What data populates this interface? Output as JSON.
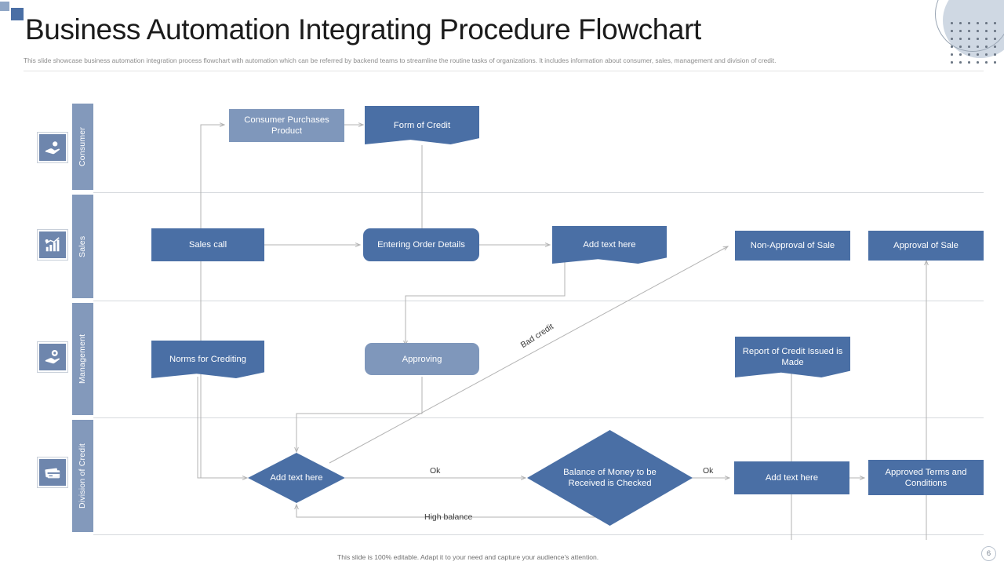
{
  "slide": {
    "title": "Business Automation Integrating Procedure Flowchart",
    "subtitle": "This slide showcase business automation integration process flowchart with automation which can be referred by backend teams to streamline the routine tasks of organizations. It includes information about consumer, sales, management and division of credit.",
    "footer_note": "This slide is 100% editable. Adapt it to your need and capture your audience's attention.",
    "page_number": "6"
  },
  "colors": {
    "shape_dark": "#4a6fa5",
    "shape_light": "#7f97bb",
    "lane_band": "#8399bb",
    "connector": "#b3b3b3",
    "title_text": "#1b1b1b",
    "subtitle_text": "#8d8d8d"
  },
  "lanes": [
    {
      "label": "Consumer",
      "icon": "hand-coin-icon"
    },
    {
      "label": "Sales",
      "icon": "bar-chart-growth-icon"
    },
    {
      "label": "Management",
      "icon": "hand-gear-icon"
    },
    {
      "label": "Division of Credit",
      "icon": "credit-cards-icon"
    }
  ],
  "nodes": [
    {
      "id": "consumer-purchases-product",
      "label": "Consumer Purchases Product",
      "lane": "Consumer",
      "shape": "rectangle",
      "fill": "light"
    },
    {
      "id": "form-of-credit",
      "label": "Form of Credit",
      "lane": "Consumer",
      "shape": "document",
      "fill": "dark"
    },
    {
      "id": "sales-call",
      "label": "Sales call",
      "lane": "Sales",
      "shape": "rectangle",
      "fill": "dark"
    },
    {
      "id": "entering-order-details",
      "label": "Entering Order Details",
      "lane": "Sales",
      "shape": "rounded-rectangle",
      "fill": "dark"
    },
    {
      "id": "sales-add-text-here",
      "label": "Add text here",
      "lane": "Sales",
      "shape": "document",
      "fill": "dark"
    },
    {
      "id": "non-approval-of-sale",
      "label": "Non-Approval of Sale",
      "lane": "Sales",
      "shape": "rectangle",
      "fill": "dark"
    },
    {
      "id": "approval-of-sale",
      "label": "Approval of Sale",
      "lane": "Sales",
      "shape": "rectangle",
      "fill": "dark"
    },
    {
      "id": "norms-for-crediting",
      "label": "Norms for Crediting",
      "lane": "Management",
      "shape": "document",
      "fill": "dark"
    },
    {
      "id": "approving",
      "label": "Approving",
      "lane": "Management",
      "shape": "rounded-rectangle",
      "fill": "light"
    },
    {
      "id": "report-of-credit-issued",
      "label": "Report of Credit Issued is Made",
      "lane": "Management",
      "shape": "document",
      "fill": "dark"
    },
    {
      "id": "credit-add-text-here",
      "label": "Add text here",
      "lane": "Division of Credit",
      "shape": "diamond",
      "fill": "dark"
    },
    {
      "id": "balance-of-money-checked",
      "label": "Balance of Money to be Received is Checked",
      "lane": "Division of Credit",
      "shape": "diamond",
      "fill": "dark"
    },
    {
      "id": "credit-add-text-here-2",
      "label": "Add text here",
      "lane": "Division of Credit",
      "shape": "rectangle",
      "fill": "dark"
    },
    {
      "id": "approved-terms-conditions",
      "label": "Approved Terms and Conditions",
      "lane": "Division of Credit",
      "shape": "rectangle",
      "fill": "dark"
    }
  ],
  "edge_labels": [
    {
      "id": "label-bad-credit",
      "text": "Bad credit"
    },
    {
      "id": "label-ok-1",
      "text": "Ok"
    },
    {
      "id": "label-ok-2",
      "text": "Ok"
    },
    {
      "id": "label-high-balance",
      "text": "High balance"
    }
  ]
}
